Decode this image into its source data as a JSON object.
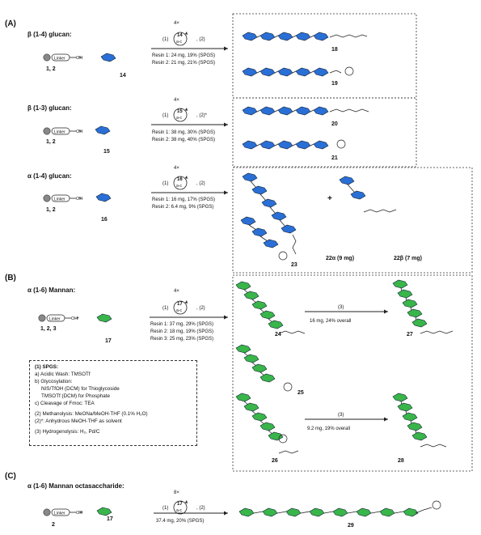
{
  "sections": {
    "A": {
      "label": "(A)",
      "rows": [
        {
          "title": "β (1-4) glucan:",
          "resin_label": "1, 2",
          "linker": "Linker",
          "bb": "14",
          "repeat": "4×",
          "cycle_num": "14",
          "cycle_sub": "a-c",
          "step1": "(1)",
          "step2": ", (2)",
          "cond": [
            "Resin 1: 24 mg, 19% (SPGS)",
            "Resin 2: 21 mg, 21% (SPGS)"
          ],
          "products": [
            "18",
            "19"
          ]
        },
        {
          "title": "β (1-3) glucan:",
          "resin_label": "1, 2",
          "linker": "Linker",
          "bb": "15",
          "repeat": "4×",
          "cycle_num": "15",
          "cycle_sub": "a-c",
          "step1": "(1)",
          "step2": ", (2)*",
          "cond": [
            "Resin 1: 38 mg, 30% (SPGS)",
            "Resin 2: 38 mg, 40% (SPGS)"
          ],
          "products": [
            "20",
            "21"
          ]
        },
        {
          "title": "α (1-4) glucan:",
          "resin_label": "1, 2",
          "linker": "Linker",
          "bb": "16",
          "repeat": "4×",
          "cycle_num": "16",
          "cycle_sub": "a-c",
          "step1": "(1)",
          "step2": ", (2)",
          "cond": [
            "Resin 1: 16 mg, 17% (SPGS)",
            "Resin 2: 6.4 mg, 9% (SPGS)"
          ],
          "products": [
            "22α (9 mg)",
            "22β (7 mg)",
            "23"
          ]
        }
      ]
    },
    "B": {
      "label": "(B)",
      "title": "α (1-6) Mannan:",
      "resin_label": "1, 2, 3",
      "linker": "Linker",
      "bb": "17",
      "repeat": "4×",
      "cycle_num": "17",
      "cycle_sub": "a-c",
      "step1": "(1)",
      "step2": ", (2)",
      "cond": [
        "Resin 1: 37 mg, 29% (SPGS)",
        "Resin 2: 18 mg, 19% (SPGS)",
        "Resin 3: 25 mg, 23% (SPGS)"
      ],
      "products": [
        "24",
        "25",
        "26",
        "27",
        "28"
      ],
      "hydro1": {
        "step": "(3)",
        "cond": "16 mg, 24% overall"
      },
      "hydro2": {
        "step": "(3)",
        "cond": "9.2 mg, 19% overall"
      },
      "legend": [
        "(1) SPGS:",
        "a) Acidic Wash: TMSOTf",
        "b) Glycosylation:",
        "NIS/TfOH (DCM) for Thioglycoside",
        "TMSOTf (DCM) for Phosphate",
        "c) Cleavage of Fmoc: TEA",
        "",
        "(2) Methanolysis: MeONa/MeOH-THF (0.1% H₂O)",
        "(2)*: Anhydrous MeOH-THF as solvent",
        "",
        "(3) Hydrogenolysis: H₂, Pd/C"
      ]
    },
    "C": {
      "label": "(C)",
      "title": "α (1-6) Mannan octasaccharide:",
      "resin_label": "2",
      "linker": "Linker",
      "bb": "17",
      "repeat": "8×",
      "cycle_num": "17",
      "cycle_sub": "a-c",
      "step1": "(1)",
      "step2": ", (2)",
      "cond": [
        "37.4 mg, 20% (SPGS)"
      ],
      "product": "29"
    }
  },
  "colors": {
    "glucose": "#2a6fd6",
    "mannose": "#39b54a"
  }
}
